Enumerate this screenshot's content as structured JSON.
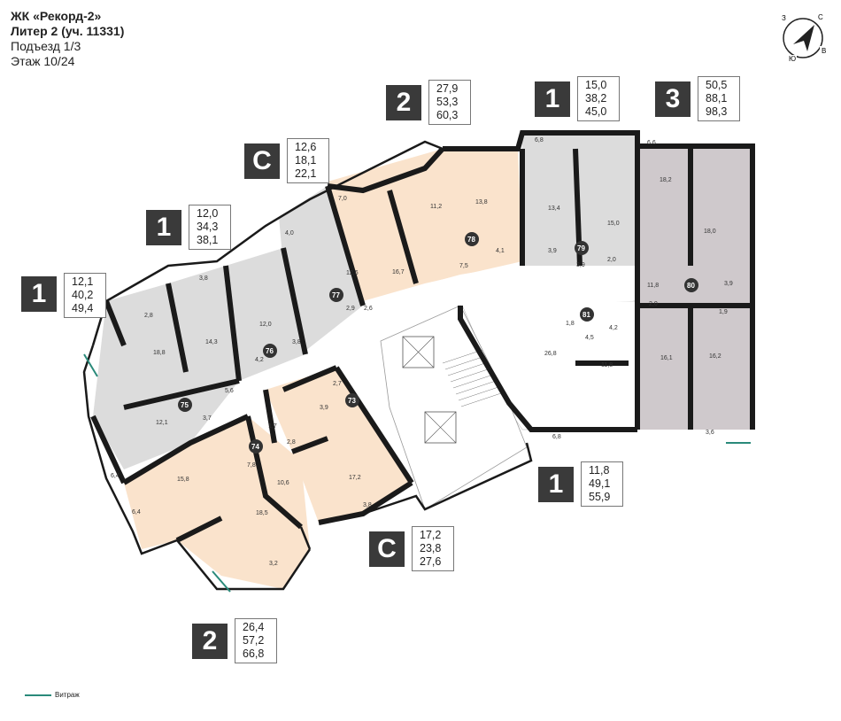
{
  "header": {
    "complex": "ЖК «Рекорд-2»",
    "liter": "Литер 2 (уч. 11331)",
    "entrance": "Подъезд 1/3",
    "floor": "Этаж 10/24"
  },
  "compass": {
    "n": "С",
    "w": "З",
    "e": "В",
    "s": "Ю"
  },
  "apartment_types": [
    {
      "id": "t1",
      "type": "1",
      "v1": "12,1",
      "v2": "40,2",
      "v3": "49,4"
    },
    {
      "id": "t2",
      "type": "1",
      "v1": "12,0",
      "v2": "34,3",
      "v3": "38,1"
    },
    {
      "id": "t3",
      "type": "С",
      "v1": "12,6",
      "v2": "18,1",
      "v3": "22,1"
    },
    {
      "id": "t4",
      "type": "2",
      "v1": "27,9",
      "v2": "53,3",
      "v3": "60,3"
    },
    {
      "id": "t5",
      "type": "1",
      "v1": "15,0",
      "v2": "38,2",
      "v3": "45,0"
    },
    {
      "id": "t6",
      "type": "3",
      "v1": "50,5",
      "v2": "88,1",
      "v3": "98,3"
    },
    {
      "id": "t7",
      "type": "1",
      "v1": "11,8",
      "v2": "49,1",
      "v3": "55,9"
    },
    {
      "id": "t8",
      "type": "С",
      "v1": "17,2",
      "v2": "23,8",
      "v3": "27,6"
    },
    {
      "id": "t9",
      "type": "2",
      "v1": "26,4",
      "v2": "57,2",
      "v3": "66,8"
    }
  ],
  "apartment_numbers": [
    "73",
    "74",
    "75",
    "76",
    "77",
    "78",
    "79",
    "80",
    "81"
  ],
  "room_areas": [
    "3,8",
    "2,8",
    "18,8",
    "14,3",
    "12,0",
    "3,8",
    "4,2",
    "5,6",
    "3,7",
    "12,1",
    "6,4",
    "6,4",
    "15,8",
    "7,8",
    "1,7",
    "18,5",
    "3,2",
    "10,6",
    "2,8",
    "3,9",
    "2,7",
    "17,2",
    "3,8",
    "4,0",
    "7,0",
    "12,6",
    "2,9",
    "2,6",
    "16,7",
    "11,2",
    "7,5",
    "13,8",
    "4,1",
    "6,8",
    "13,4",
    "3,9",
    "3,9",
    "15,0",
    "2,0",
    "6,6",
    "18,2",
    "18,0",
    "11,8",
    "3,9",
    "2,0",
    "1,9",
    "16,1",
    "16,2",
    "3,6",
    "26,8",
    "1,8",
    "4,5",
    "4,2",
    "11,8",
    "6,8"
  ],
  "legend": {
    "label": "Витраж",
    "color": "#2a8a7a"
  },
  "colors": {
    "type_s": "#fae3cc",
    "type_2": "#fae3cc",
    "type_1": "#dcdcdc",
    "type_3": "#cfc9cc",
    "wall": "#1a1a1a"
  }
}
